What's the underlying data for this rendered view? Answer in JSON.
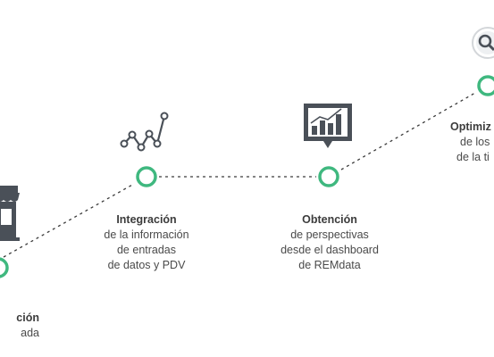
{
  "colors": {
    "node_stroke": "#3fb87f",
    "icon_dark": "#4a5058",
    "connector": "#3a3a3a",
    "text": "#4a4a4a"
  },
  "steps": [
    {
      "icon": "storefront-icon",
      "title": "ción",
      "lines": [
        "ada"
      ]
    },
    {
      "icon": "line-chart-icon",
      "title": "Integración",
      "lines": [
        "de la información",
        "de entradas",
        "de datos y PDV"
      ]
    },
    {
      "icon": "bar-chart-monitor-icon",
      "title": "Obtención",
      "lines": [
        "de perspectivas",
        "desde el dashboard",
        "de REMdata"
      ]
    },
    {
      "icon": "magnifier-icon",
      "title": "Optimiz",
      "lines": [
        "de los",
        "de la ti"
      ]
    }
  ]
}
